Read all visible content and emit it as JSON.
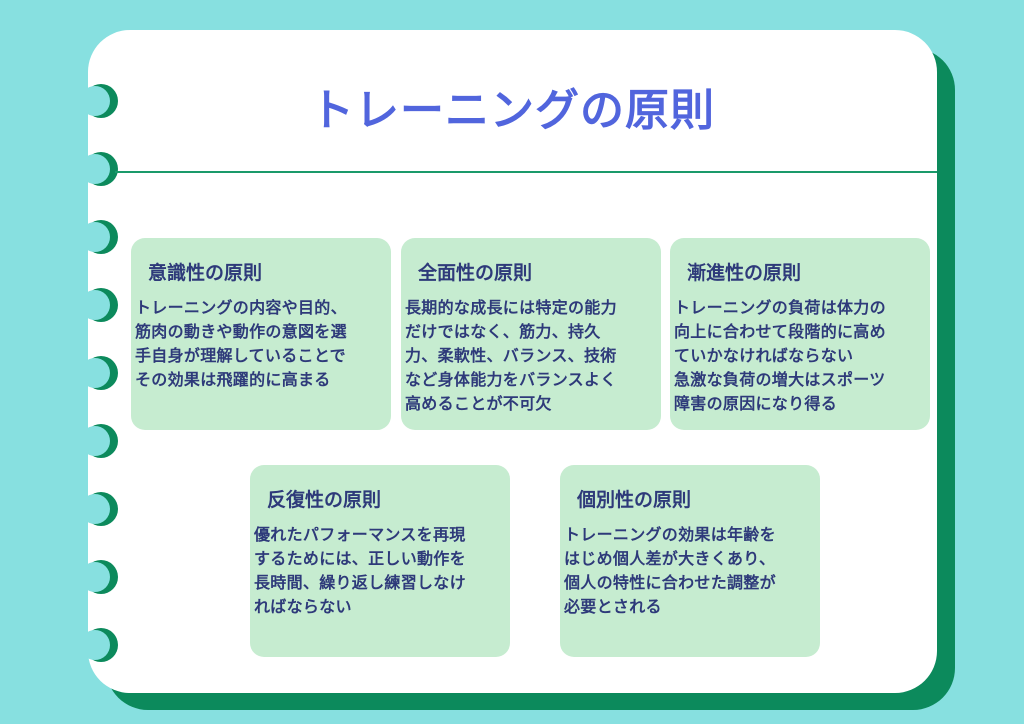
{
  "title": "トレーニングの原則",
  "colors": {
    "background": "#87e0e0",
    "accent": "#0c8a5c",
    "title": "#5165dd",
    "card": "#c6ecd0",
    "text": "#2e3a7a"
  },
  "cards": [
    {
      "heading": "意識性の原則",
      "lines": [
        "トレーニングの内容や目的、",
        "筋肉の動きや動作の意図を選",
        "手自身が理解していることで",
        "その効果は飛躍的に高まる"
      ]
    },
    {
      "heading": "全面性の原則",
      "lines": [
        "長期的な成長には特定の能力",
        "だけではなく、筋力、持久",
        "力、柔軟性、バランス、技術",
        "など身体能力をバランスよく",
        "高めることが不可欠"
      ]
    },
    {
      "heading": "漸進性の原則",
      "lines": [
        "トレーニングの負荷は体力の",
        "向上に合わせて段階的に高め",
        "ていかなければならない",
        "急激な負荷の増大はスポーツ",
        "障害の原因になり得る"
      ]
    },
    {
      "heading": "反復性の原則",
      "lines": [
        "優れたパフォーマンスを再現",
        "するためには、正しい動作を",
        "長時間、繰り返し練習しなけ",
        "ればならない"
      ]
    },
    {
      "heading": "個別性の原則",
      "lines": [
        "トレーニングの効果は年齢を",
        "はじめ個人差が大きくあり、",
        "個人の特性に合わせた調整が",
        "必要とされる"
      ]
    }
  ]
}
